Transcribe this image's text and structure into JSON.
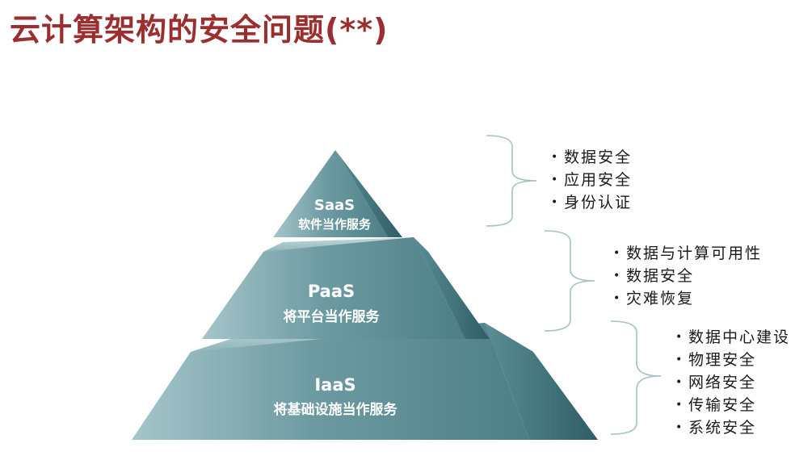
{
  "title": "云计算架构的安全问题(**)",
  "colors": {
    "title": "#9b2f2f",
    "pyramid_front": "#6e9ba2",
    "pyramid_side": "#3f6f77",
    "pyramid_top": "#a9c8cd",
    "bracket": "#a3c1c6"
  },
  "tiers": [
    {
      "name": "SaaS",
      "description": "软件当作服务",
      "bullets": [
        "数据安全",
        "应用安全",
        "身份认证"
      ]
    },
    {
      "name": "PaaS",
      "description": "将平台当作服务",
      "bullets": [
        "数据与计算可用性",
        "数据安全",
        "灾难恢复"
      ]
    },
    {
      "name": "IaaS",
      "description": "将基础设施当作服务",
      "bullets": [
        "数据中心建设",
        "物理安全",
        "网络安全",
        "传输安全",
        "系统安全"
      ]
    }
  ]
}
